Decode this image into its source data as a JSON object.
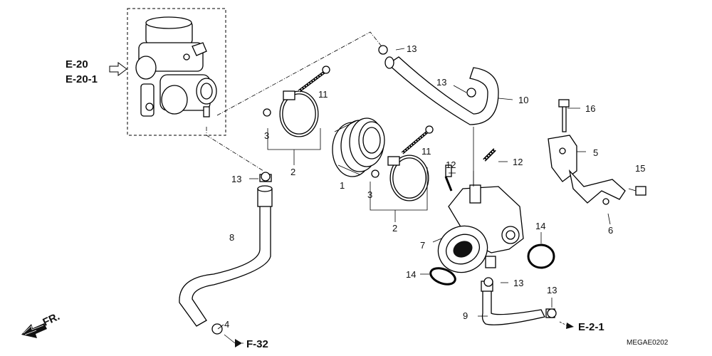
{
  "refs": {
    "e20": "E-20",
    "e201": "E-20-1",
    "f32": "F-32",
    "e21": "E-2-1",
    "fr": "FR."
  },
  "diagram_code": "MEGAE0202",
  "callouts": {
    "c1": "1",
    "c2a": "2",
    "c2b": "2",
    "c3a": "3",
    "c3b": "3",
    "c4": "4",
    "c5": "5",
    "c6": "6",
    "c7": "7",
    "c8": "8",
    "c9": "9",
    "c10": "10",
    "c11a": "11",
    "c11b": "11",
    "c12a": "12",
    "c12b": "12",
    "c13a": "13",
    "c13b": "13",
    "c13c": "13",
    "c13d": "13",
    "c13e": "13",
    "c14a": "14",
    "c14b": "14",
    "c15": "15",
    "c16": "16"
  }
}
